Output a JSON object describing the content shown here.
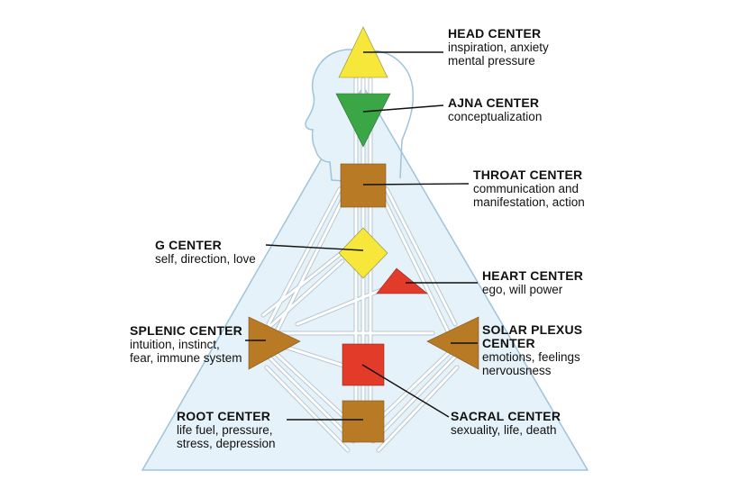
{
  "centers": [
    {
      "id": "head",
      "title": "HEAD CENTER",
      "lines": [
        "inspiration, anxiety",
        "mental pressure"
      ],
      "color": "#f6e73a"
    },
    {
      "id": "ajna",
      "title": "AJNA CENTER",
      "lines": [
        "conceptualization"
      ],
      "color": "#3aa646"
    },
    {
      "id": "throat",
      "title": "THROAT CENTER",
      "lines": [
        "communication and",
        "manifestation, action"
      ],
      "color": "#b97a25"
    },
    {
      "id": "g",
      "title": "G CENTER",
      "lines": [
        "self, direction, love"
      ],
      "color": "#f6e73a"
    },
    {
      "id": "heart",
      "title": "HEART CENTER",
      "lines": [
        "ego, will power"
      ],
      "color": "#e23b2a"
    },
    {
      "id": "splenic",
      "title": "SPLENIC CENTER",
      "lines": [
        "intuition, instinct,",
        "fear, immune system"
      ],
      "color": "#b97a25"
    },
    {
      "id": "solar",
      "title": "SOLAR PLEXUS",
      "lines": [
        "CENTER",
        "emotions, feelings",
        "nervousness"
      ],
      "color": "#b97a25"
    },
    {
      "id": "root",
      "title": "ROOT CENTER",
      "lines": [
        "life fuel, pressure,",
        "stress, depression"
      ],
      "color": "#b97a25"
    },
    {
      "id": "sacral",
      "title": "SACRAL CENTER",
      "lines": [
        "sexuality, life, death"
      ],
      "color": "#e23b2a"
    }
  ],
  "colors": {
    "background_triangle": "#e6f2f9",
    "outline": "#9ec3dc",
    "channel": "#ffffff",
    "leader": "#111111"
  }
}
